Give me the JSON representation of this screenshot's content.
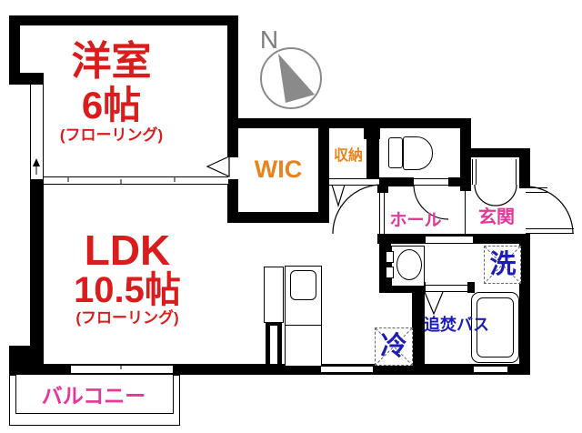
{
  "plan": {
    "compass": {
      "north_label": "N"
    },
    "rooms": [
      {
        "id": "western-room",
        "name": "洋室",
        "size": "6帖",
        "floor_note": "(フローリング)"
      },
      {
        "id": "ldk",
        "name": "LDK",
        "size": "10.5帖",
        "floor_note": "(フローリング)"
      },
      {
        "id": "wic",
        "name": "WIC"
      },
      {
        "id": "storage",
        "name": "収納"
      },
      {
        "id": "hall",
        "name": "ホール"
      },
      {
        "id": "entrance",
        "name": "玄関"
      },
      {
        "id": "balcony",
        "name": "バルコニー"
      }
    ],
    "fixtures": [
      {
        "id": "washing-machine",
        "label": "洗"
      },
      {
        "id": "refrigerator",
        "label": "冷"
      },
      {
        "id": "reheating-bath",
        "label": "追焚バス"
      }
    ],
    "colors": {
      "room_label": "#d91c1c",
      "closet_label": "#e8831d",
      "hall_label": "#e5369a",
      "fixture_label": "#1d1db5",
      "wall": "#000000",
      "compass": "#8a8a8a"
    }
  }
}
